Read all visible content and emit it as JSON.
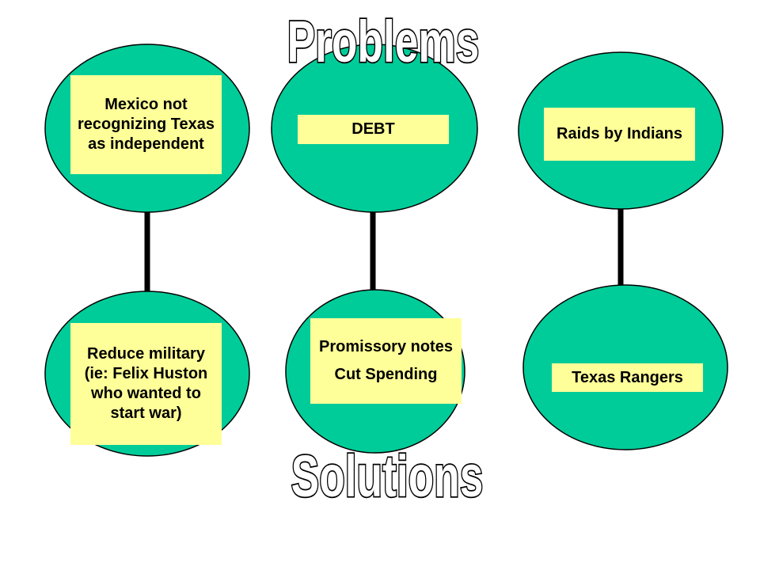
{
  "heading_top": "Problems",
  "heading_bottom": "Solutions",
  "colors": {
    "circle_fill": "#00cc99",
    "circle_stroke": "#000000",
    "box_fill": "#ffff99",
    "connector": "#000000"
  },
  "problems": [
    {
      "text": "Mexico not recognizing Texas as independent"
    },
    {
      "text": "DEBT"
    },
    {
      "text": "Raids by Indians"
    }
  ],
  "solutions": [
    {
      "lines": [
        "Reduce military (ie: Felix Huston who wanted to start war)"
      ]
    },
    {
      "lines": [
        "Promissory notes",
        "Cut Spending"
      ]
    },
    {
      "lines": [
        "Texas Rangers"
      ]
    }
  ]
}
